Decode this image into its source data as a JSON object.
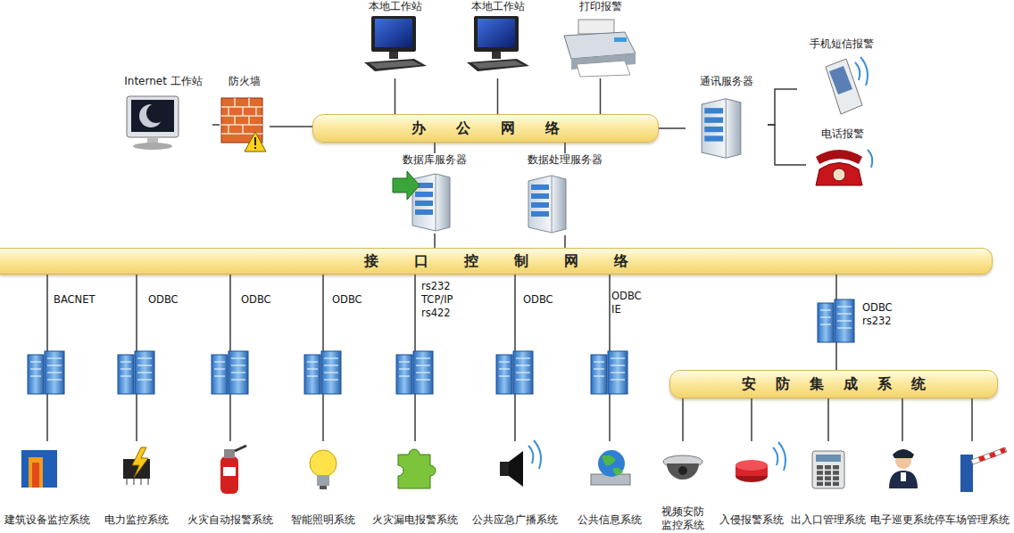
{
  "diagram": {
    "nodes": [
      {
        "text": [
          "本地工作站"
        ]
      },
      {
        "text": [
          "本地工作站"
        ]
      },
      {
        "text": [
          "打印报警"
        ]
      },
      {
        "text": [
          "手机短信报警"
        ]
      },
      {
        "text": [
          "Internet 工作站"
        ]
      },
      {
        "text": [
          "防火墙"
        ]
      },
      {
        "text": [
          "办公网络"
        ]
      },
      {
        "text": [
          "通讯服务器"
        ]
      },
      {
        "text": [
          "电话报警"
        ]
      },
      {
        "text": [
          "数据库服务器"
        ]
      },
      {
        "text": [
          "数据处理服务器"
        ]
      },
      {
        "text": [
          "接口控制网络"
        ]
      },
      {
        "text": [
          "建筑设备监控系统"
        ]
      },
      {
        "text": [
          "电力监控系统"
        ]
      },
      {
        "text": [
          "火灾自动报警系统"
        ]
      },
      {
        "text": [
          "智能照明系统"
        ]
      },
      {
        "text": [
          "火灾漏电报警系统"
        ]
      },
      {
        "text": [
          "公共应急广播系统"
        ]
      },
      {
        "text": [
          "公共信息系统"
        ]
      },
      {
        "text": [
          "安防集成系统"
        ]
      },
      {
        "text": [
          "视频安防 监控系统"
        ]
      },
      {
        "text": [
          "入侵报警系统"
        ]
      },
      {
        "text": [
          "出入口管理系统"
        ]
      },
      {
        "text": [
          "电子巡更系统"
        ]
      },
      {
        "text": [
          "停车场管理系统"
        ]
      }
    ],
    "edges": [
      {
        "from": 4,
        "to": 5,
        "arrow": "none"
      },
      {
        "from": 5,
        "to": 6,
        "arrow": "none"
      },
      {
        "from": 0,
        "to": 6,
        "arrow": "none"
      },
      {
        "from": 1,
        "to": 6,
        "arrow": "none"
      },
      {
        "from": 2,
        "to": 6,
        "arrow": "none"
      },
      {
        "from": 6,
        "to": 7,
        "arrow": "none"
      },
      {
        "from": 7,
        "to": 3,
        "arrow": "none"
      },
      {
        "from": 7,
        "to": 8,
        "arrow": "none"
      },
      {
        "from": 6,
        "to": 9,
        "arrow": "none"
      },
      {
        "from": 6,
        "to": 10,
        "arrow": "none"
      },
      {
        "from": 9,
        "to": 11,
        "arrow": "none"
      },
      {
        "from": 10,
        "to": 11,
        "arrow": "none"
      },
      {
        "from": 11,
        "to": 12,
        "label": "BACNET",
        "arrow": "none"
      },
      {
        "from": 11,
        "to": 13,
        "label": "ODBC",
        "arrow": "none"
      },
      {
        "from": 11,
        "to": 14,
        "label": "ODBC",
        "arrow": "none"
      },
      {
        "from": 11,
        "to": 15,
        "label": "ODBC",
        "arrow": "none"
      },
      {
        "from": 11,
        "to": 16,
        "label": "rs232 TCP/IP rs422",
        "arrow": "none"
      },
      {
        "from": 11,
        "to": 17,
        "label": "ODBC",
        "arrow": "none"
      },
      {
        "from": 11,
        "to": 18,
        "label": "ODBC IE",
        "arrow": "none"
      },
      {
        "from": 11,
        "to": 19,
        "label": "ODBC rs232",
        "arrow": "none"
      },
      {
        "from": 19,
        "to": 20,
        "arrow": "none"
      },
      {
        "from": 19,
        "to": 21,
        "arrow": "none"
      },
      {
        "from": 19,
        "to": 22,
        "arrow": "none"
      },
      {
        "from": 19,
        "to": 23,
        "arrow": "none"
      },
      {
        "from": 19,
        "to": 24,
        "arrow": "none"
      }
    ]
  }
}
